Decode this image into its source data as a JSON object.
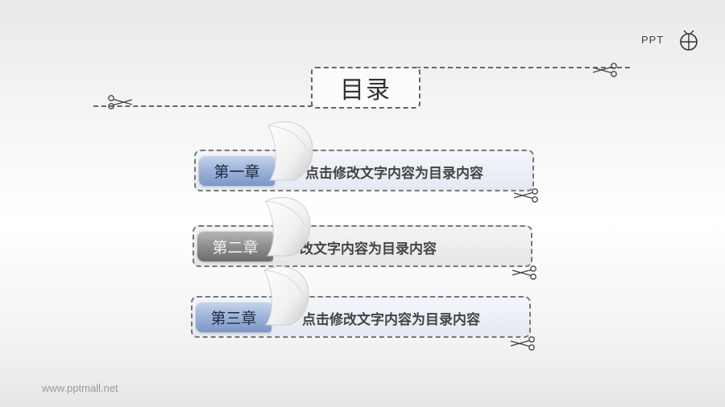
{
  "logo": {
    "text": "PPT"
  },
  "title": "目录",
  "rows": [
    {
      "chapter": "第一章",
      "text": "点击修改文字内容为目录内容",
      "style": "blue"
    },
    {
      "chapter": "第二章",
      "text": "修改文字内容为目录内容",
      "style": "gray"
    },
    {
      "chapter": "第三章",
      "text": "点击修改文字内容为目录内容",
      "style": "blue"
    }
  ],
  "footer": "www.pptmall.net",
  "colors": {
    "blue_tab": "#7b97c6",
    "gray_tab": "#8e8e8e",
    "dash": "#666666"
  }
}
